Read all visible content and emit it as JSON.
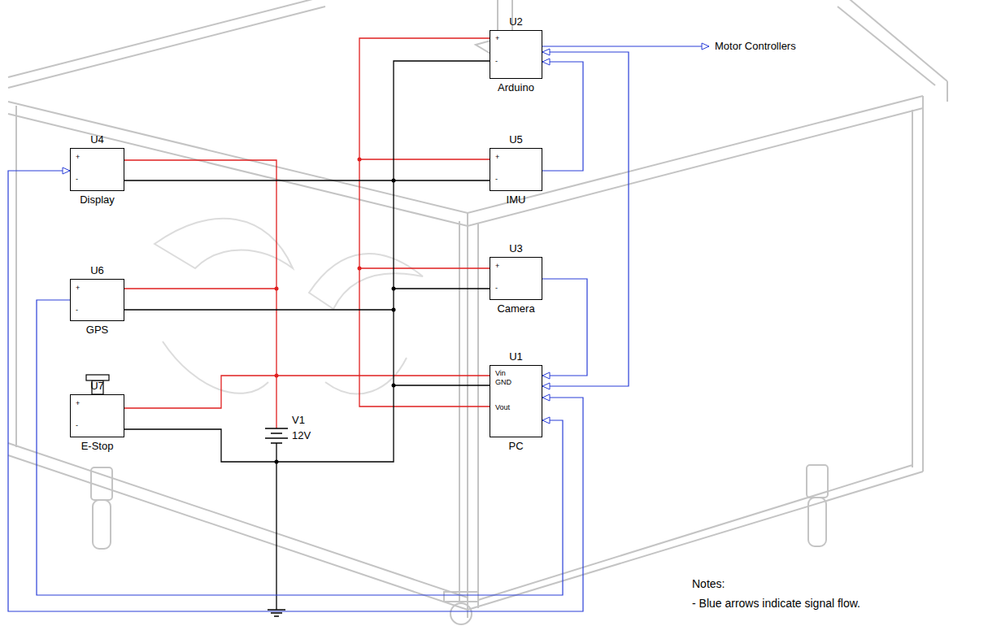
{
  "diagram": {
    "nodes": [
      {
        "text": [
          "U2",
          "+",
          "-",
          "Arduino"
        ]
      },
      {
        "text": [
          "U4",
          "+",
          "-",
          "Display"
        ]
      },
      {
        "text": [
          "U5",
          "+",
          "-",
          "IMU"
        ]
      },
      {
        "text": [
          "U6",
          "+",
          "-",
          "GPS"
        ]
      },
      {
        "text": [
          "U3",
          "+",
          "-",
          "Camera"
        ]
      },
      {
        "text": [
          "U7",
          "+",
          "-",
          "E-Stop"
        ]
      },
      {
        "text": [
          "U1",
          "Vin",
          "GND",
          "Vout",
          "PC"
        ]
      }
    ],
    "edges": [
      {
        "from": 2,
        "to": 0,
        "arrow": "to"
      },
      {
        "from": 0,
        "to": 6,
        "arrow": "both"
      },
      {
        "from": 4,
        "to": 6,
        "arrow": "to"
      },
      {
        "from": 3,
        "to": 6,
        "arrow": "to"
      },
      {
        "from": 6,
        "to": 1,
        "arrow": "both"
      }
    ],
    "labels": [
      "V1",
      "12V",
      "Motor Controllers",
      "Notes:",
      "- Blue arrows indicate signal flow."
    ]
  }
}
